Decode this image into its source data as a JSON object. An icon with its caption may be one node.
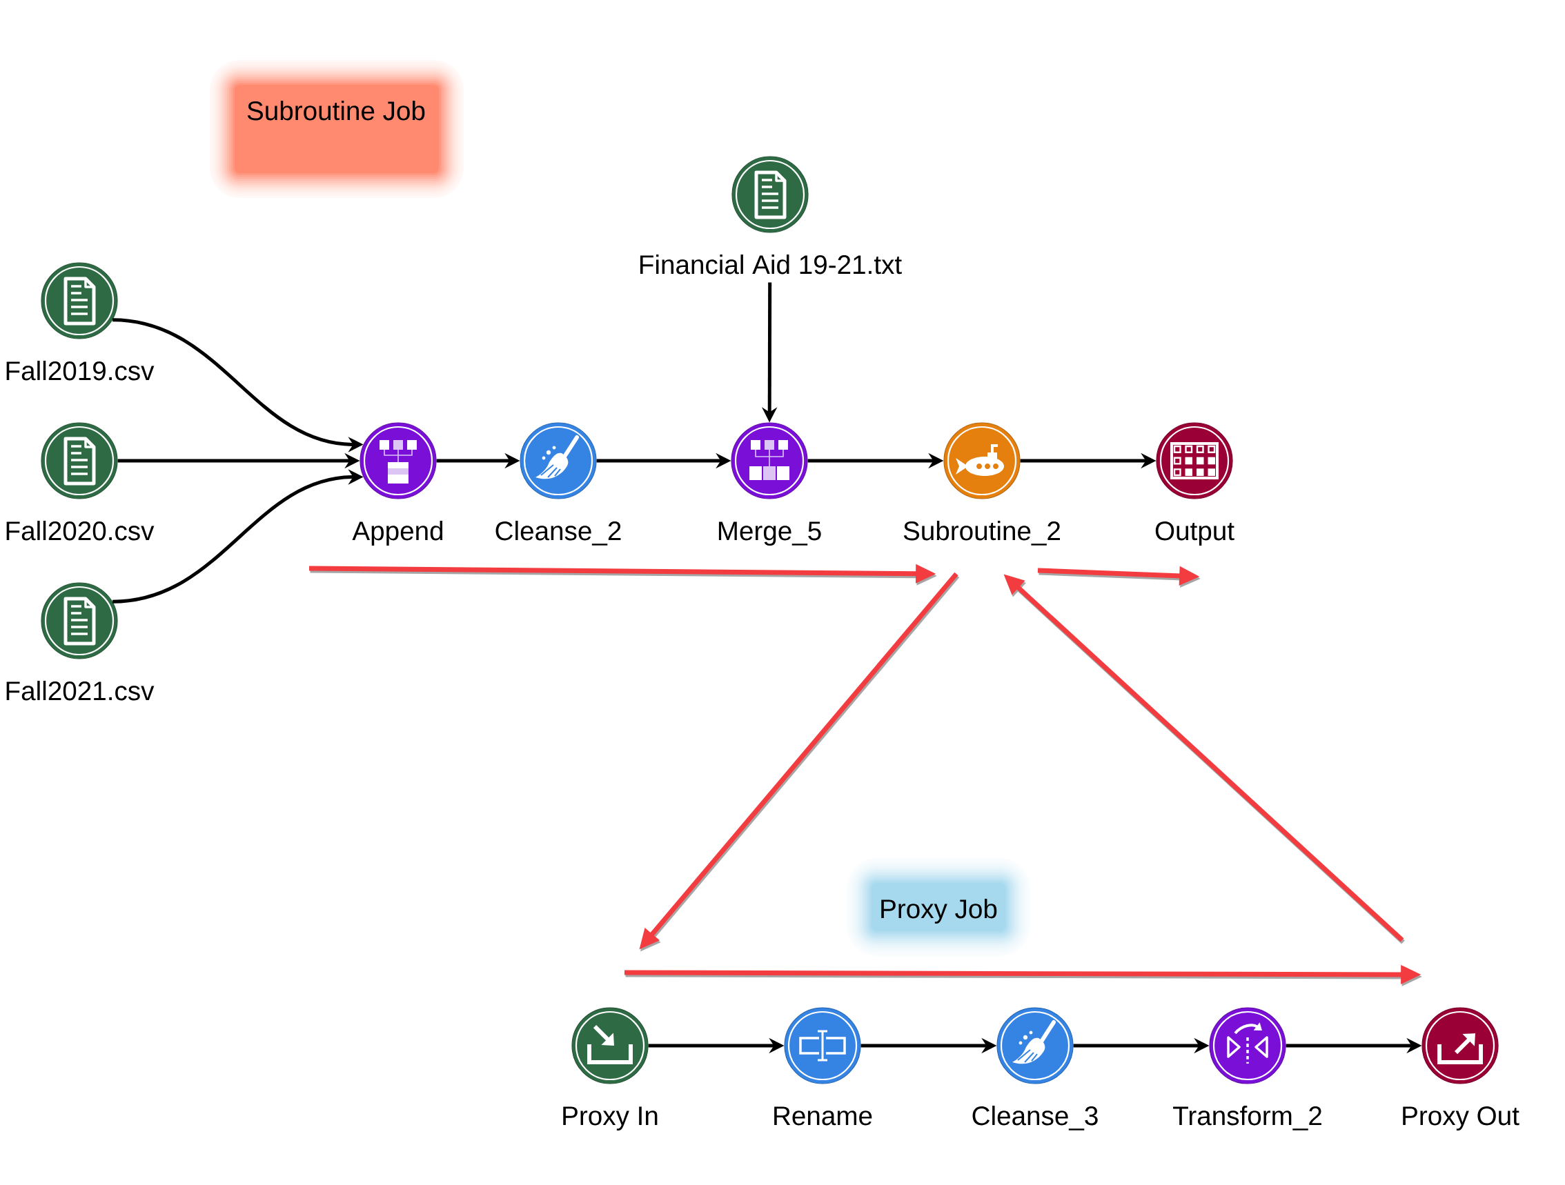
{
  "diagram": {
    "nodes": [
      {
        "text": [
          "Subroutine Job"
        ]
      },
      {
        "text": [
          "Financial Aid 19-21.txt"
        ]
      },
      {
        "text": [
          "Fall2019.csv"
        ]
      },
      {
        "text": [
          "Fall2020.csv"
        ]
      },
      {
        "text": [
          "Fall2021.csv"
        ]
      },
      {
        "text": [
          "Append"
        ]
      },
      {
        "text": [
          "Cleanse_2"
        ]
      },
      {
        "text": [
          "Merge_5"
        ]
      },
      {
        "text": [
          "Subroutine_2"
        ]
      },
      {
        "text": [
          "Output"
        ]
      },
      {
        "text": [
          "Proxy Job"
        ]
      },
      {
        "text": [
          "Proxy In"
        ]
      },
      {
        "text": [
          "Rename"
        ]
      },
      {
        "text": [
          "Cleanse_3"
        ]
      },
      {
        "text": [
          "Transform_2"
        ]
      },
      {
        "text": [
          "Proxy Out"
        ]
      }
    ],
    "edges": [
      {
        "from": 2,
        "to": 5,
        "arrow": "to"
      },
      {
        "from": 3,
        "to": 5,
        "arrow": "to"
      },
      {
        "from": 4,
        "to": 5,
        "arrow": "to"
      },
      {
        "from": 5,
        "to": 6,
        "arrow": "to"
      },
      {
        "from": 6,
        "to": 7,
        "arrow": "to"
      },
      {
        "from": 1,
        "to": 7,
        "arrow": "to"
      },
      {
        "from": 7,
        "to": 8,
        "arrow": "to"
      },
      {
        "from": 8,
        "to": 9,
        "arrow": "to"
      },
      {
        "from": 11,
        "to": 12,
        "arrow": "to"
      },
      {
        "from": 12,
        "to": 13,
        "arrow": "to"
      },
      {
        "from": 13,
        "to": 14,
        "arrow": "to"
      },
      {
        "from": 14,
        "to": 15,
        "arrow": "to"
      }
    ]
  }
}
